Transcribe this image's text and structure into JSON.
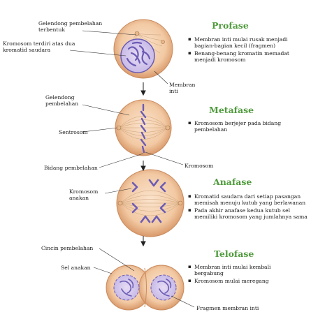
{
  "labels": {
    "gelendong_terbentuk": "Gelendong pembelahan\nterbentuk",
    "kromosom_kromatid": "Kromosom terdiri atas dua\nkromatid saudara",
    "membran_inti": "Membran\ninti",
    "gelendong_pembelahan": "Gelendong\npembelahan",
    "sentrosom": "Sentrosom",
    "bidang_pembelahan": "Bidang pembelahan",
    "kromosom": "Kromosom",
    "kromosom_anakan": "Kromosom\nanakan",
    "cincin_pembelahan": "Cincin pembelahan",
    "sel_anakan": "Sel anakan",
    "fragmen_membran_inti": "Fragmen membran inti"
  },
  "phases": [
    {
      "name": "Profase",
      "bullets": [
        "Membran inti mulai rusak menjadi bagian-bagian kecil (fragmen)",
        "Benang-benang kromatin memadat menjadi kromosom"
      ]
    },
    {
      "name": "Metafase",
      "bullets": [
        "Kromosom berjejer pada bidang pembelahan"
      ]
    },
    {
      "name": "Anafase",
      "bullets": [
        "Kromatid saudara dari setiap pasangan memisah menuju kutub yang berlawanan",
        "Pada akhir anafase kedua kutub sel memiliki kromosom yang jumlahnya sama"
      ]
    },
    {
      "name": "Telofase",
      "bullets": [
        "Membran inti mulai kembali bergabung",
        "Kromosom mulai meregang"
      ]
    }
  ],
  "colors": {
    "phase_title": "#4f9a3c",
    "cell_fill": "#f2c9a3",
    "cell_edge": "#c98a5c",
    "chromosome": "#6b5bb5"
  }
}
